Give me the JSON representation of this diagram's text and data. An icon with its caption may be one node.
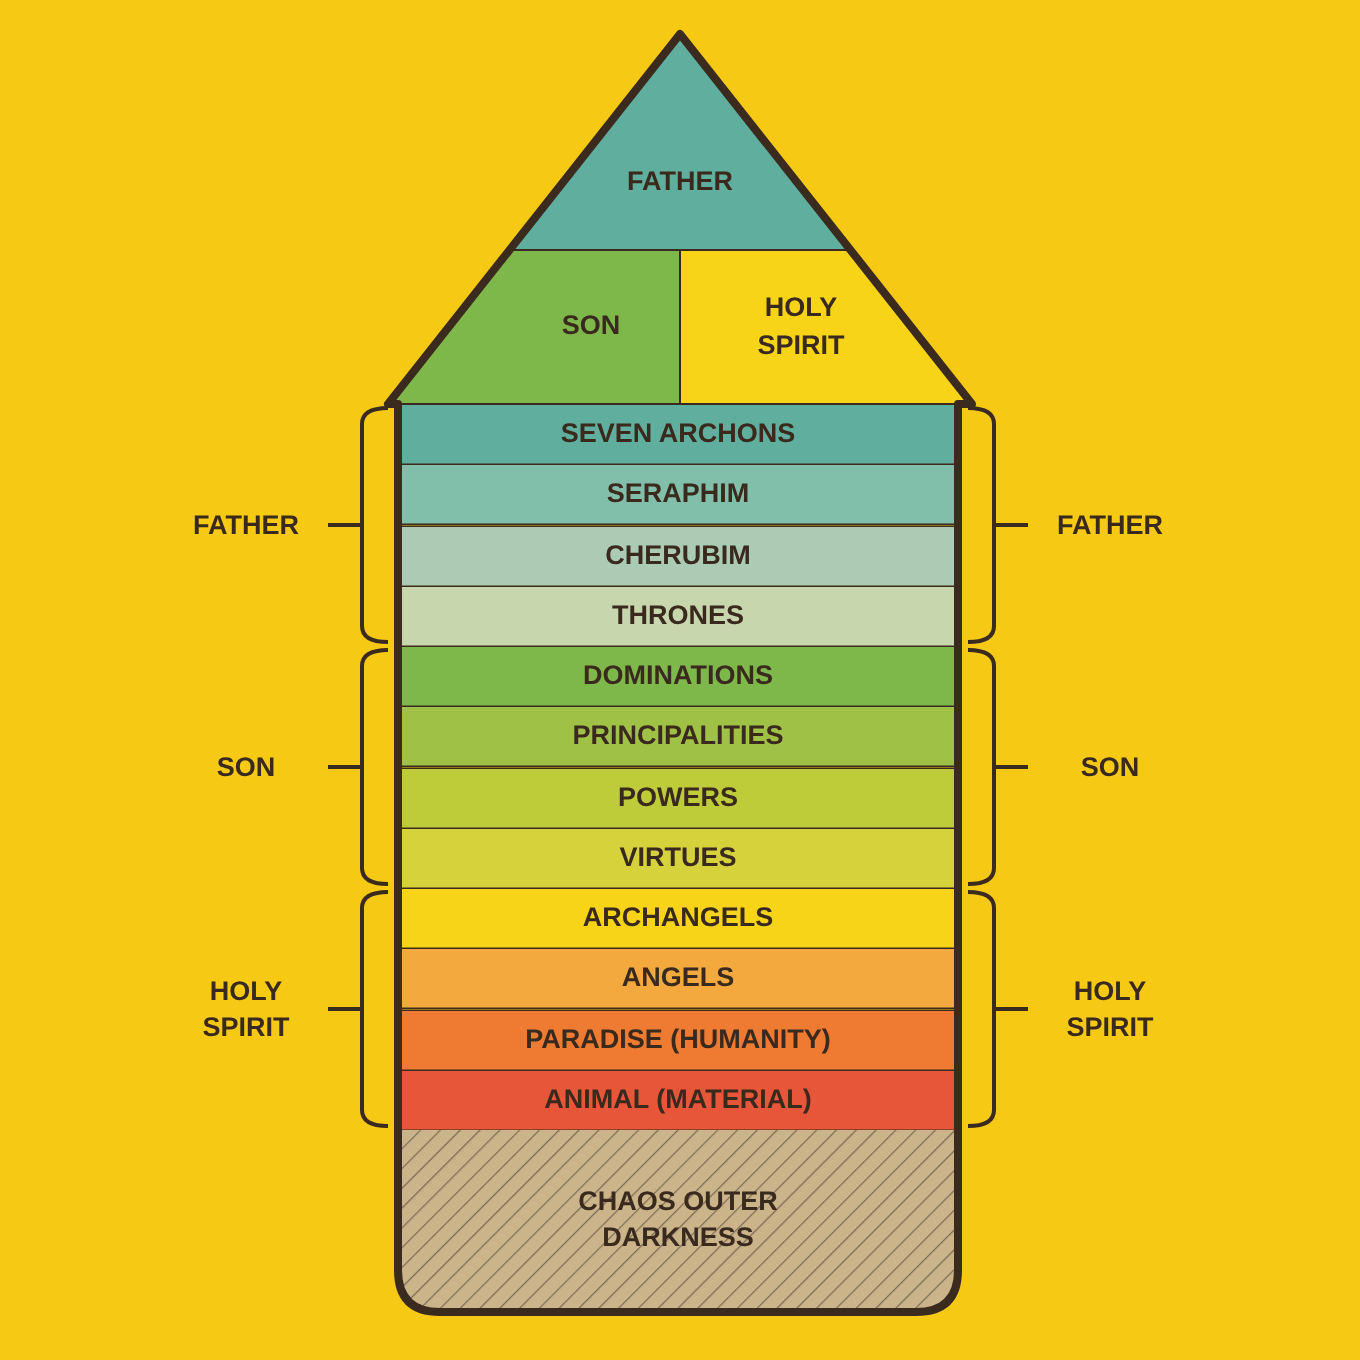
{
  "diagram": {
    "nodes": [
      {
        "text": [
          "FATHER"
        ]
      },
      {
        "text": [
          "SON"
        ]
      },
      {
        "text": [
          "HOLY SPIRIT"
        ]
      },
      {
        "text": [
          "SEVEN ARCHONS"
        ]
      },
      {
        "text": [
          "SERAPHIM"
        ]
      },
      {
        "text": [
          "CHERUBIM"
        ]
      },
      {
        "text": [
          "THRONES"
        ]
      },
      {
        "text": [
          "DOMINATIONS"
        ]
      },
      {
        "text": [
          "PRINCIPALITIES"
        ]
      },
      {
        "text": [
          "POWERS"
        ]
      },
      {
        "text": [
          "VIRTUES"
        ]
      },
      {
        "text": [
          "ARCHANGELS"
        ]
      },
      {
        "text": [
          "ANGELS"
        ]
      },
      {
        "text": [
          "PARADISE (HUMANITY)"
        ]
      },
      {
        "text": [
          "ANIMAL (MATERIAL)"
        ]
      },
      {
        "text": [
          "CHAOS OUTER DARKNESS"
        ]
      }
    ],
    "labels": [
      "FATHER",
      "FATHER",
      "SON",
      "SON",
      "HOLY SPIRIT",
      "HOLY SPIRIT"
    ]
  }
}
